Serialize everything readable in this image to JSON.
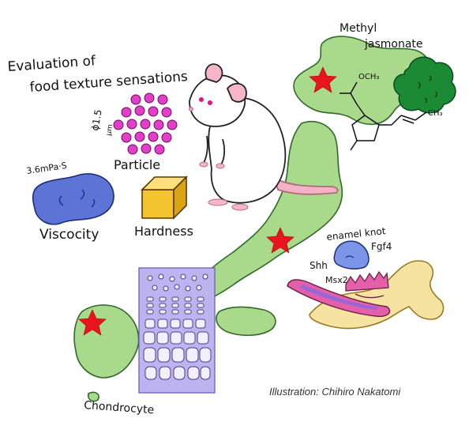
{
  "title_line1": "Evaluation of",
  "title_line2": "food texture sensations",
  "methyl_line1": "Methyl",
  "methyl_line2": "jasmonate",
  "formula_och3": "OCH₃",
  "formula_ch3": "CH₃",
  "particle_size": "ϕ1.5",
  "particle_unit": "μm",
  "particle_label": "Particle",
  "viscosity_value": "3.6mPa·S",
  "viscosity_label": "Viscocity",
  "hardness_label": "Hardness",
  "enamel_knot": "enamel knot",
  "fgf4": "Fgf4",
  "shh": "Shh",
  "msx2": "Msx2",
  "chondrocyte": "Chondrocyte",
  "credit": "Illustration: Chihiro Nakatomi",
  "colors": {
    "japan_green": "#a9d98a",
    "star_red": "#e8141e",
    "particle_magenta": "#e23ec8",
    "viscosity_blue": "#5d74d6",
    "hardness_yellow": "#f4c430",
    "cartilage_lavender": "#bdb3ee",
    "jaw_cream": "#f6e3a2",
    "tooth_pink": "#e35fa8",
    "knot_blue": "#7d95e8",
    "tree_green": "#1c8a35"
  }
}
